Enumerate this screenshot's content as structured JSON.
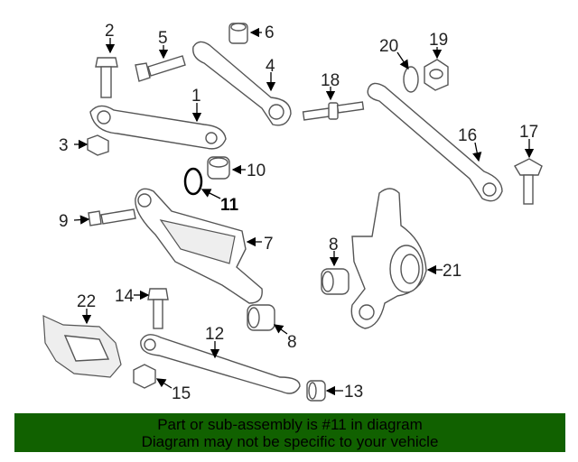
{
  "diagram": {
    "highlight_color": "#000000",
    "callouts": {
      "c1": "1",
      "c2": "2",
      "c3": "3",
      "c4": "4",
      "c5": "5",
      "c6": "6",
      "c7": "7",
      "c8a": "8",
      "c8b": "8",
      "c9": "9",
      "c10": "10",
      "c11": "11",
      "c12": "12",
      "c13": "13",
      "c14": "14",
      "c15": "15",
      "c16": "16",
      "c17": "17",
      "c18": "18",
      "c19": "19",
      "c20": "20",
      "c21": "21",
      "c22": "22"
    }
  },
  "banner": {
    "color": "#116100",
    "line1": "Part or sub-assembly is #11 in diagram",
    "line2": "Diagram may not be specific to your vehicle"
  }
}
